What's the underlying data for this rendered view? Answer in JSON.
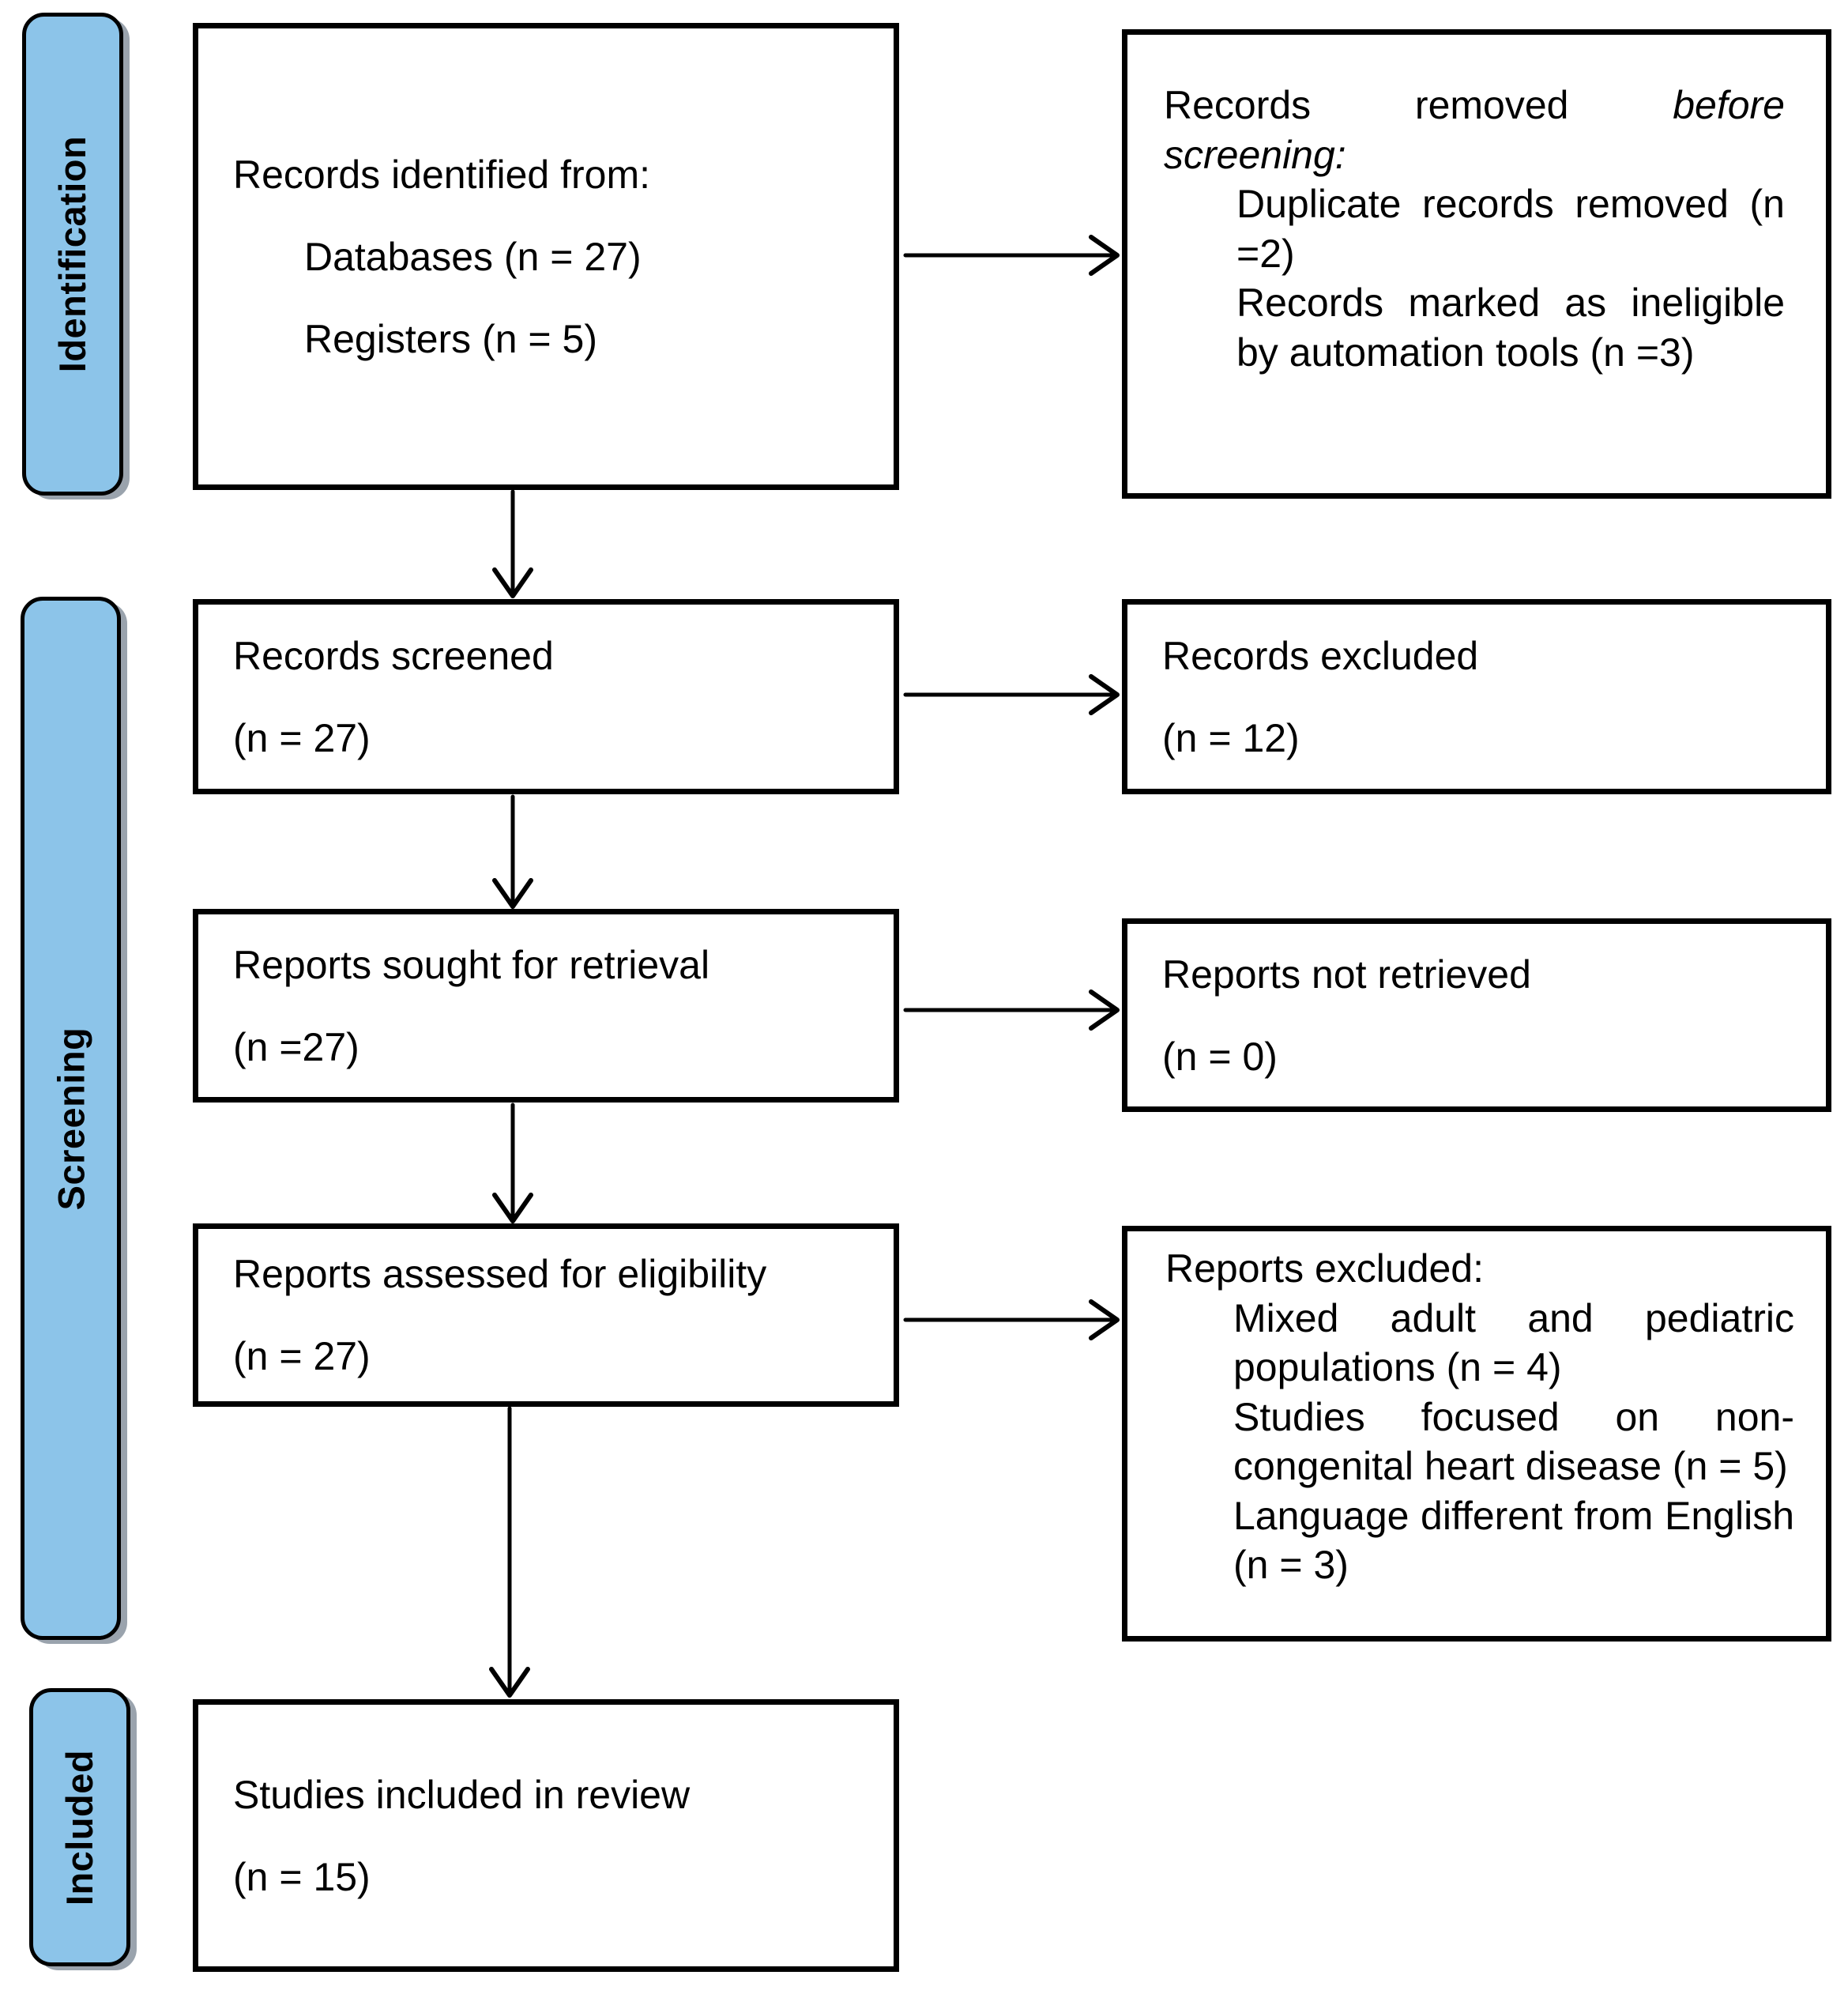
{
  "sidebar": {
    "labels": [
      {
        "id": "identification",
        "label": "Identification"
      },
      {
        "id": "screening",
        "label": "Screening"
      },
      {
        "id": "included",
        "label": "Included"
      }
    ]
  },
  "boxes": {
    "identified": {
      "title": "Records identified from:",
      "items": [
        "Databases (n = 27)",
        "Registers (n = 5)"
      ]
    },
    "removed": {
      "title_prefix": "Records removed ",
      "title_italic": "before screening:",
      "items": [
        "Duplicate records removed (n =2)",
        "Records marked as ineligible by automation tools (n =3)"
      ]
    },
    "screened": {
      "line1": "Records screened",
      "line2": "(n = 27)"
    },
    "records_excluded": {
      "line1": "Records excluded",
      "line2": "(n = 12)"
    },
    "sought": {
      "line1": "Reports sought for retrieval",
      "line2": "(n =27)"
    },
    "not_retrieved": {
      "line1": "Reports not retrieved",
      "line2": "(n = 0)"
    },
    "assessed": {
      "line1": "Reports assessed for eligibility",
      "line2": "(n = 27)"
    },
    "reports_excluded": {
      "title": "Reports excluded:",
      "items": [
        "Mixed adult and pediatric populations (n = 4)",
        "Studies focused on non-congenital heart disease (n = 5)",
        "Language different from English (n = 3)"
      ]
    },
    "included": {
      "line1": "Studies included in review",
      "line2": "(n = 15)"
    }
  },
  "colors": {
    "stage_bar_fill": "#8CC4E9",
    "box_border": "#000000",
    "text": "#000000",
    "background": "#FFFFFF"
  }
}
